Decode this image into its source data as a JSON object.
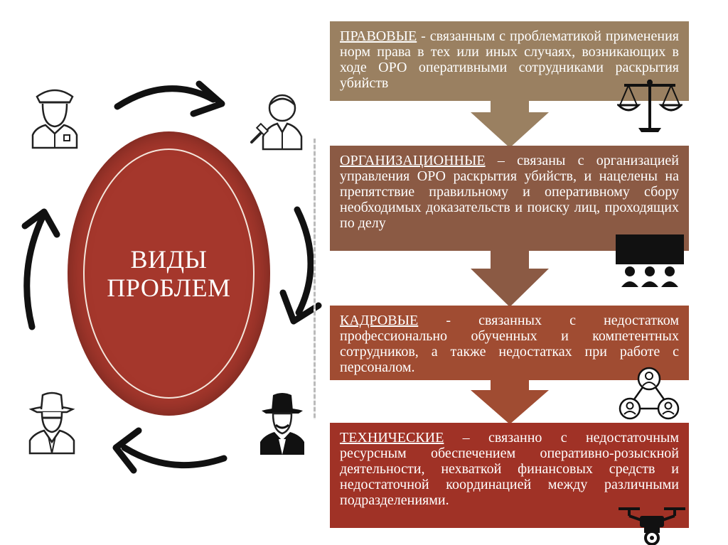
{
  "oval": {
    "line1": "ВИДЫ",
    "line2": "ПРОБЛЕМ"
  },
  "panels": [
    {
      "title": "ПРАВОВЫЕ",
      "text": " - связанным с проблематикой применения норм права в тех или иных случаях, возникающих в ходе ОРО оперативными сотрудниками раскрытия убийств",
      "color": "#9a8061",
      "icon": "scales-icon"
    },
    {
      "title": "ОРГАНИЗАЦИОННЫЕ",
      "text": " – связаны с организацией управления ОРО раскрытия убийств, и нацелены на препятствие правильному и оперативному сбору необходимых доказательств и поиску лиц, проходящих по делу",
      "color": "#8b5a44",
      "icon": "meeting-icon"
    },
    {
      "title": "КАДРОВЫЕ",
      "text": " - связанных с недостатком профессионально обученных и компетентных сотрудников, а также недостатках при работе с персоналом.",
      "color": "#a04c32",
      "icon": "network-people-icon"
    },
    {
      "title": "ТЕХНИЧЕСКИЕ",
      "text": " – связанно с недостаточным ресурсным обеспечением оперативно-розыскной деятельности, нехваткой финансовых средств и недостаточной координацией между различными подразделениями.",
      "color": "#a03226",
      "icon": "drone-icon"
    }
  ],
  "people_icons": [
    "police-officer-icon",
    "judge-icon",
    "criminal-icon",
    "detective-icon"
  ]
}
